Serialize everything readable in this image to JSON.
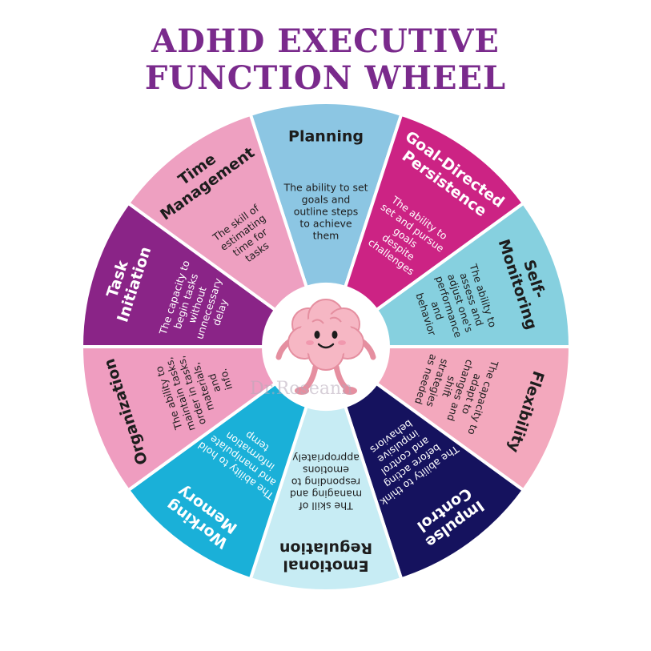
{
  "title_line1": "ADHD EXECUTIVE",
  "title_line2": "FUNCTION WHEEL",
  "watermark": "Dr.Roseann",
  "center_icon": "smiling-brain-icon",
  "segments": [
    {
      "id": "planning",
      "title_lines": [
        "Planning"
      ],
      "desc_lines": [
        "The ability to set",
        "goals and",
        "outline steps",
        "to achieve",
        "them"
      ],
      "color": "#8cc6e3",
      "text_color": "#1d1d1d"
    },
    {
      "id": "goal-directed-persistence",
      "title_lines": [
        "Goal-Directed",
        "Persistence"
      ],
      "desc_lines": [
        "The ability to",
        "set and pursue",
        "goals",
        "despite",
        "challenges"
      ],
      "color": "#cc2384",
      "text_color": "#ffffff"
    },
    {
      "id": "self-monitoring",
      "title_lines": [
        "Self-",
        "Monitoring"
      ],
      "desc_lines": [
        "The ability to",
        "assess and",
        "adjust one's",
        "performance",
        "and",
        "behavior"
      ],
      "color": "#86d0df",
      "text_color": "#1d1d1d"
    },
    {
      "id": "flexibility",
      "title_lines": [
        "Flexibility"
      ],
      "desc_lines": [
        "The capacity to",
        "adapt to",
        "changes and",
        "shift",
        "strategies",
        "as needed"
      ],
      "color": "#f3a8bd",
      "text_color": "#1d1d1d"
    },
    {
      "id": "impulse-control",
      "title_lines": [
        "Impulse",
        "Control"
      ],
      "desc_lines": [
        "The ability to think",
        "before acting",
        "and control",
        "impulsive",
        "behaviors"
      ],
      "color": "#15125e",
      "text_color": "#ffffff"
    },
    {
      "id": "emotional-regulation",
      "title_lines": [
        "Emotional",
        "Regulation"
      ],
      "desc_lines": [
        "The skill of",
        "managing and",
        "responding to",
        "emotions",
        "appropriately"
      ],
      "color": "#c7ecf4",
      "text_color": "#1d1d1d"
    },
    {
      "id": "working-memory",
      "title_lines": [
        "Working",
        "Memory"
      ],
      "desc_lines": [
        "The ability to hold",
        "and manipulate",
        "information",
        "temp"
      ],
      "color": "#1ab0d8",
      "text_color": "#ffffff"
    },
    {
      "id": "organization",
      "title_lines": [
        "Organization"
      ],
      "desc_lines": [
        "The ability to",
        "maintain tasks,",
        "order in tasks,",
        "materials,",
        "and",
        "info."
      ],
      "color": "#ef9dc0",
      "text_color": "#1d1d1d"
    },
    {
      "id": "task-initiation",
      "title_lines": [
        "Task",
        "Initiation"
      ],
      "desc_lines": [
        "The capacity to",
        "begin tasks",
        "without",
        "unnecessary",
        "delay"
      ],
      "color": "#8a2487",
      "text_color": "#ffffff"
    },
    {
      "id": "time-management",
      "title_lines": [
        "Time",
        "Management"
      ],
      "desc_lines": [
        "The skill of",
        "estimating",
        "time for",
        "tasks"
      ],
      "color": "#eea0c1",
      "text_color": "#1d1d1d"
    }
  ]
}
